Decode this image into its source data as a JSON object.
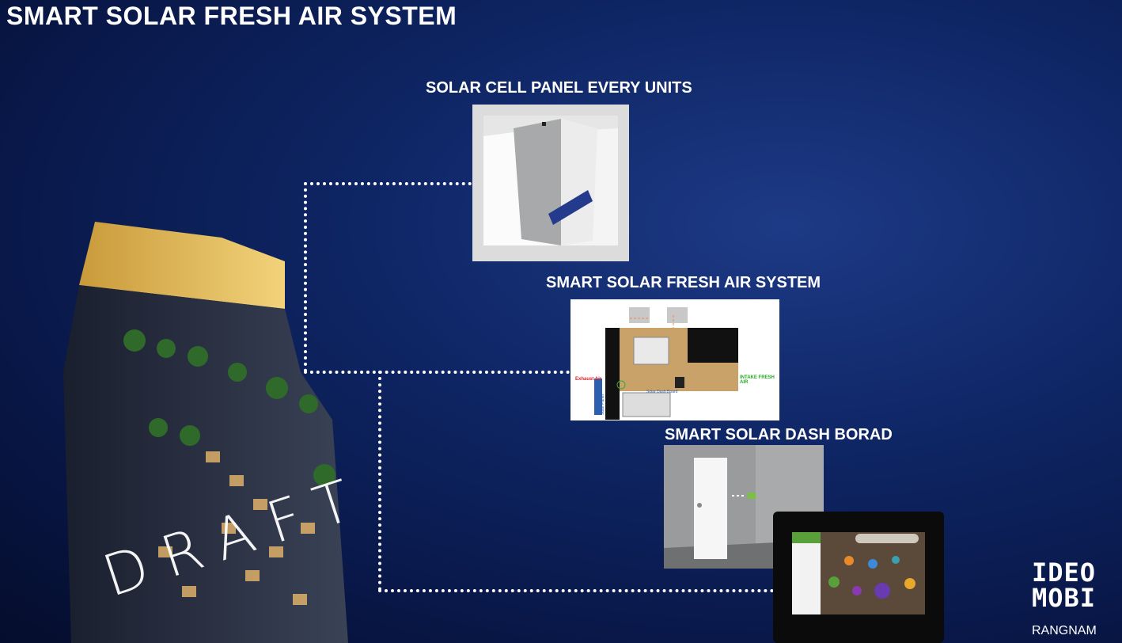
{
  "page": {
    "title": "SMART SOLAR FRESH AIR SYSTEM",
    "watermark": "DRAFT"
  },
  "panels": [
    {
      "caption": "SOLAR CELL PANEL EVERY UNITS"
    },
    {
      "caption": "SMART SOLAR FRESH AIR SYSTEM"
    },
    {
      "caption": "SMART SOLAR DASH BORAD"
    }
  ],
  "plan": {
    "exhaust_label": "Exhaust Air",
    "intake_label": "INTAKE FRESH AIR",
    "dash_label": "Solar Dash Board",
    "panel_label": "Solar Panel"
  },
  "logo": {
    "line1": "IDEO",
    "line2": "MOBI",
    "line3": "RANGNAM"
  },
  "colors": {
    "background": "#0e2563",
    "text": "#ffffff",
    "dash_accent": "#7ac143"
  }
}
